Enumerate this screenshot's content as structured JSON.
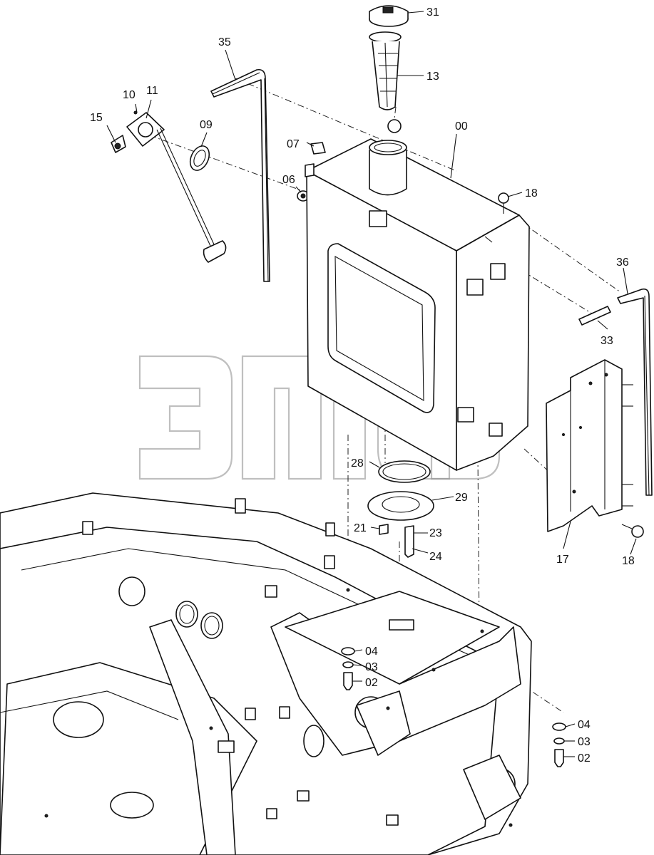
{
  "diagram": {
    "watermark_mark": "™",
    "labels": {
      "p31": "31",
      "p13": "13",
      "p35": "35",
      "p00": "00",
      "p10": "10",
      "p11": "11",
      "p15": "15",
      "p09": "09",
      "p07": "07",
      "p06": "06",
      "p18a": "18",
      "p36": "36",
      "p33": "33",
      "p28": "28",
      "p29": "29",
      "p21": "21",
      "p23": "23",
      "p24": "24",
      "p17": "17",
      "p18b": "18",
      "p04a": "04",
      "p03a": "03",
      "p02a": "02",
      "p04b": "04",
      "p03b": "03",
      "p02b": "02"
    }
  }
}
